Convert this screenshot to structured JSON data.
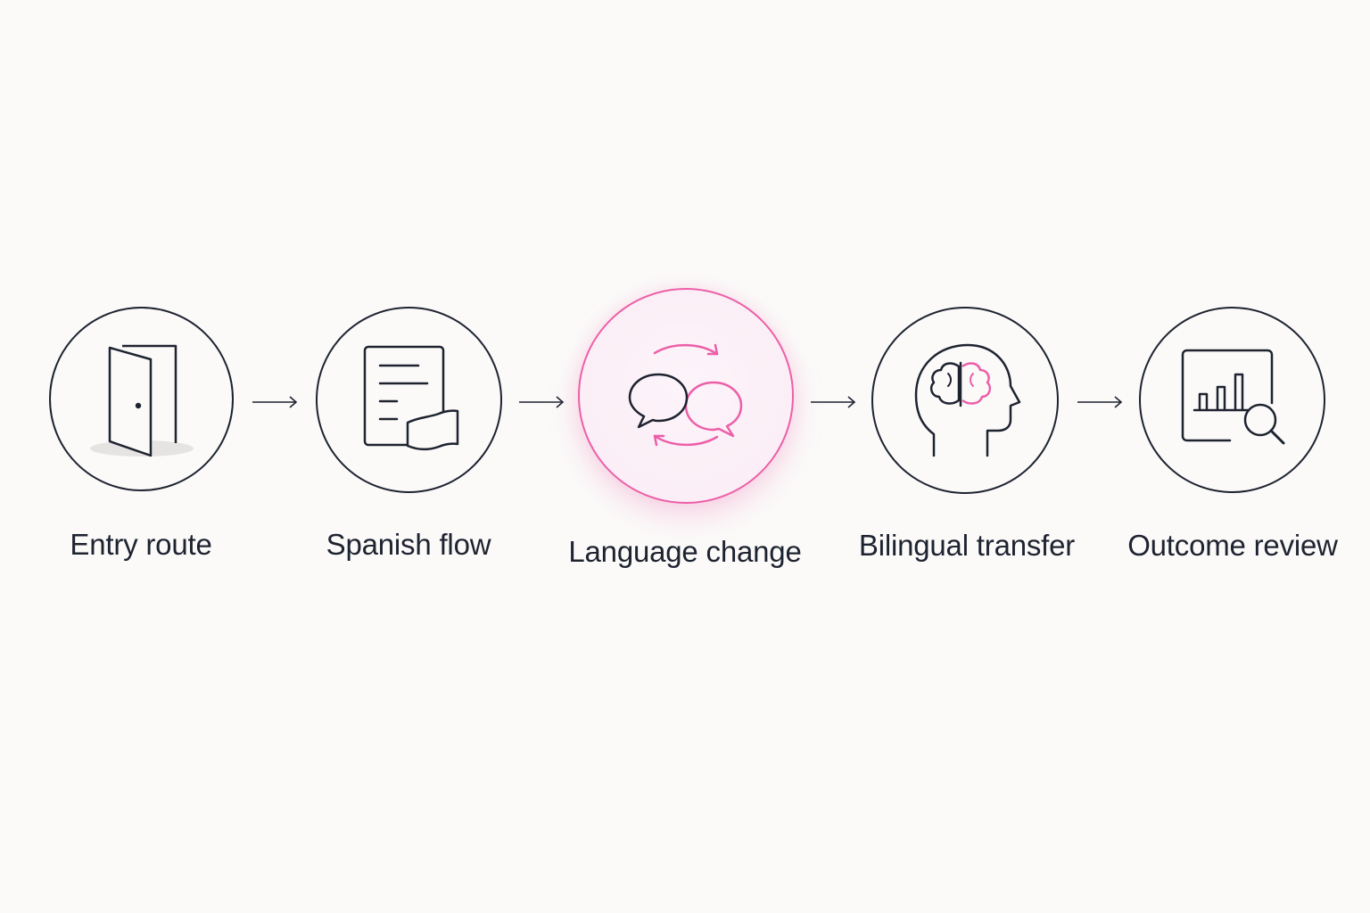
{
  "steps": [
    {
      "label": "Entry route",
      "icon": "door-icon"
    },
    {
      "label": "Spanish flow",
      "icon": "document-flag-icon"
    },
    {
      "label": "Language change",
      "icon": "speech-bubbles-switch-icon",
      "active": true
    },
    {
      "label": "Bilingual transfer",
      "icon": "head-brain-icon"
    },
    {
      "label": "Outcome review",
      "icon": "chart-magnifier-icon"
    }
  ],
  "colors": {
    "ink": "#1e2330",
    "accent": "#ec5fa8",
    "background": "#fbfaf9"
  }
}
